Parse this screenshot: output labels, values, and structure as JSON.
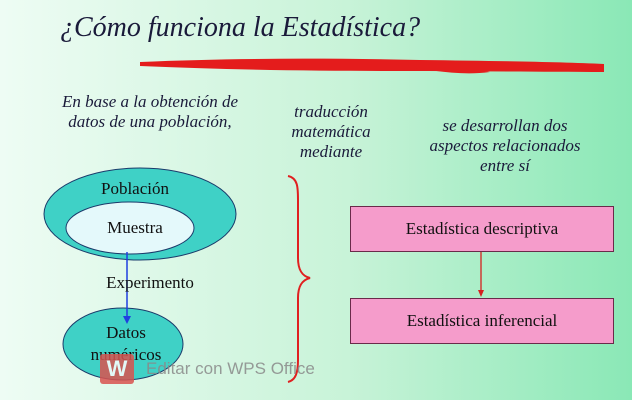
{
  "title": "¿Cómo funciona la Estadística?",
  "intro_text": [
    "En base a la obtención de",
    "datos de una población,"
  ],
  "translation_text": [
    "traducción",
    "matemática",
    "mediante"
  ],
  "aspects_text": [
    "se desarrollan dos",
    "aspectos relacionados",
    "entre sí"
  ],
  "diagram": {
    "poblacion": "Población",
    "muestra": "Muestra",
    "experimento": "Experimento",
    "datos": [
      "Datos",
      "numéricos"
    ]
  },
  "boxes": {
    "descriptiva": "Estadística descriptiva",
    "inferencial": "Estadística inferencial"
  },
  "watermark": {
    "text": "Editar con WPS Office",
    "icon_letter": "W"
  },
  "colors": {
    "ellipse_fill": "#3fd1c6",
    "inner_ellipse_fill": "#e4f9fb",
    "box_fill": "#f59ccb",
    "arrow_blue": "#1f3fe0",
    "arrow_red": "#d52020",
    "brace": "#e02020",
    "title_swoosh": "#e41c1c"
  }
}
